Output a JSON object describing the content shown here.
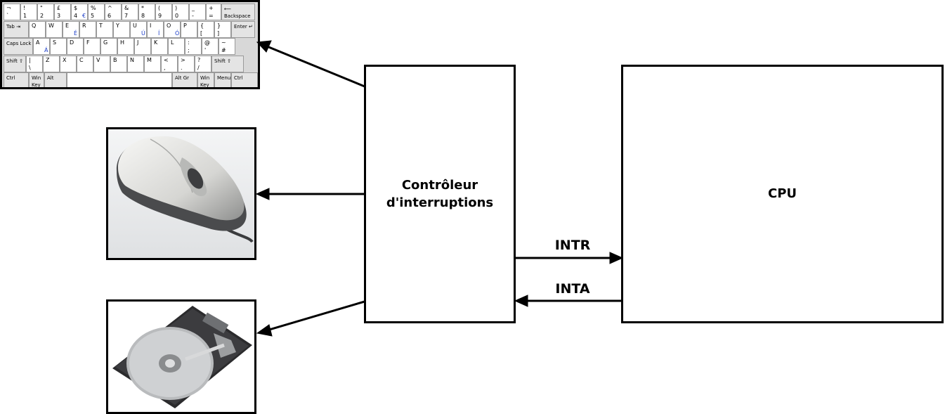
{
  "nodes": {
    "controller": {
      "label_line1": "Contrôleur",
      "label_line2": "d'interruptions"
    },
    "cpu": {
      "label": "CPU"
    }
  },
  "edges": {
    "intr": {
      "label": "INTR"
    },
    "inta": {
      "label": "INTA"
    }
  },
  "keyboard": {
    "row1": [
      {
        "top": "¬",
        "bot": "`"
      },
      {
        "top": "!",
        "bot": "1"
      },
      {
        "top": "\"",
        "bot": "2"
      },
      {
        "top": "£",
        "bot": "3"
      },
      {
        "top": "$",
        "bot": "4",
        "alt": "€"
      },
      {
        "top": "%",
        "bot": "5"
      },
      {
        "top": "^",
        "bot": "6"
      },
      {
        "top": "&",
        "bot": "7"
      },
      {
        "top": "*",
        "bot": "8"
      },
      {
        "top": "(",
        "bot": "9"
      },
      {
        "top": ")",
        "bot": "0"
      },
      {
        "top": "_",
        "bot": "-"
      },
      {
        "top": "+",
        "bot": "="
      },
      {
        "top": "⟵",
        "bot": "Backspace",
        "mod": true
      }
    ],
    "row2": [
      {
        "top": "Tab ⇥",
        "mod": true
      },
      {
        "top": "Q"
      },
      {
        "top": "W"
      },
      {
        "top": "E",
        "alt": "É"
      },
      {
        "top": "R"
      },
      {
        "top": "T"
      },
      {
        "top": "Y"
      },
      {
        "top": "U",
        "alt": "Ú"
      },
      {
        "top": "I",
        "alt": "Í"
      },
      {
        "top": "O",
        "alt": "Ó"
      },
      {
        "top": "P"
      },
      {
        "top": "{",
        "bot": "["
      },
      {
        "top": "}",
        "bot": "]"
      },
      {
        "top": "Enter ↵",
        "mod": true
      }
    ],
    "row3": [
      {
        "top": "Caps Lock",
        "mod": true
      },
      {
        "top": "A",
        "alt": "Á"
      },
      {
        "top": "S"
      },
      {
        "top": "D"
      },
      {
        "top": "F"
      },
      {
        "top": "G"
      },
      {
        "top": "H"
      },
      {
        "top": "J"
      },
      {
        "top": "K"
      },
      {
        "top": "L"
      },
      {
        "top": ":",
        "bot": ";"
      },
      {
        "top": "@",
        "bot": "'"
      },
      {
        "top": "~",
        "bot": "#"
      }
    ],
    "row4": [
      {
        "top": "Shift ⇧",
        "mod": true
      },
      {
        "top": "|",
        "bot": "\\"
      },
      {
        "top": "Z"
      },
      {
        "top": "X"
      },
      {
        "top": "C"
      },
      {
        "top": "V"
      },
      {
        "top": "B"
      },
      {
        "top": "N"
      },
      {
        "top": "M"
      },
      {
        "top": "<",
        "bot": ","
      },
      {
        "top": ">",
        "bot": "."
      },
      {
        "top": "?",
        "bot": "/"
      },
      {
        "top": "Shift ⇧",
        "mod": true
      }
    ],
    "row5": [
      {
        "top": "Ctrl",
        "mod": true
      },
      {
        "top": "Win",
        "bot": "Key",
        "mod": true
      },
      {
        "top": "Alt",
        "mod": true
      },
      {
        "top": ""
      },
      {
        "top": "Alt Gr",
        "mod": true
      },
      {
        "top": "Win",
        "bot": "Key",
        "mod": true
      },
      {
        "top": "Menu",
        "mod": true
      },
      {
        "top": "Ctrl",
        "mod": true
      }
    ]
  },
  "colors": {
    "line": "#000000",
    "background": "#ffffff",
    "altgr_text": "#1a3cc8"
  },
  "icons": [
    "keyboard-icon",
    "mouse-icon",
    "hard-drive-icon"
  ]
}
